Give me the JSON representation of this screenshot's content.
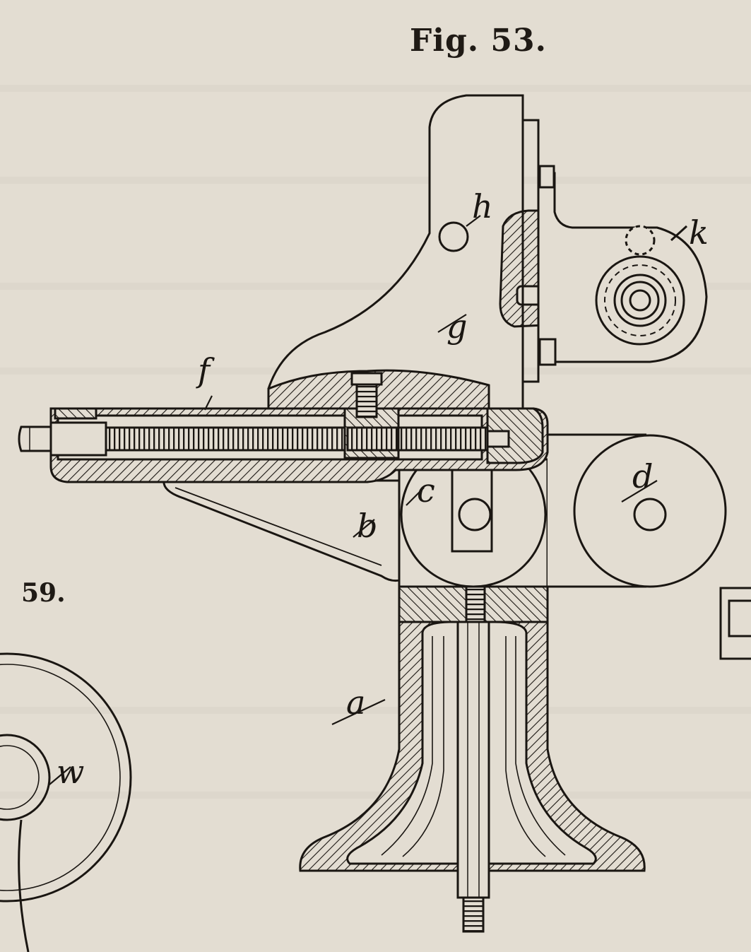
{
  "figure": {
    "caption": "Fig. 53.",
    "adjacent_figure_number": "59."
  },
  "parts": {
    "a": "a",
    "b": "b",
    "c": "c",
    "d": "d",
    "f": "f",
    "g": "g",
    "h": "h",
    "k": "k",
    "w": "w"
  },
  "colors": {
    "paper": "#e3ddd2",
    "ink": "#1a1612",
    "show_through": "#cfc8bc"
  }
}
